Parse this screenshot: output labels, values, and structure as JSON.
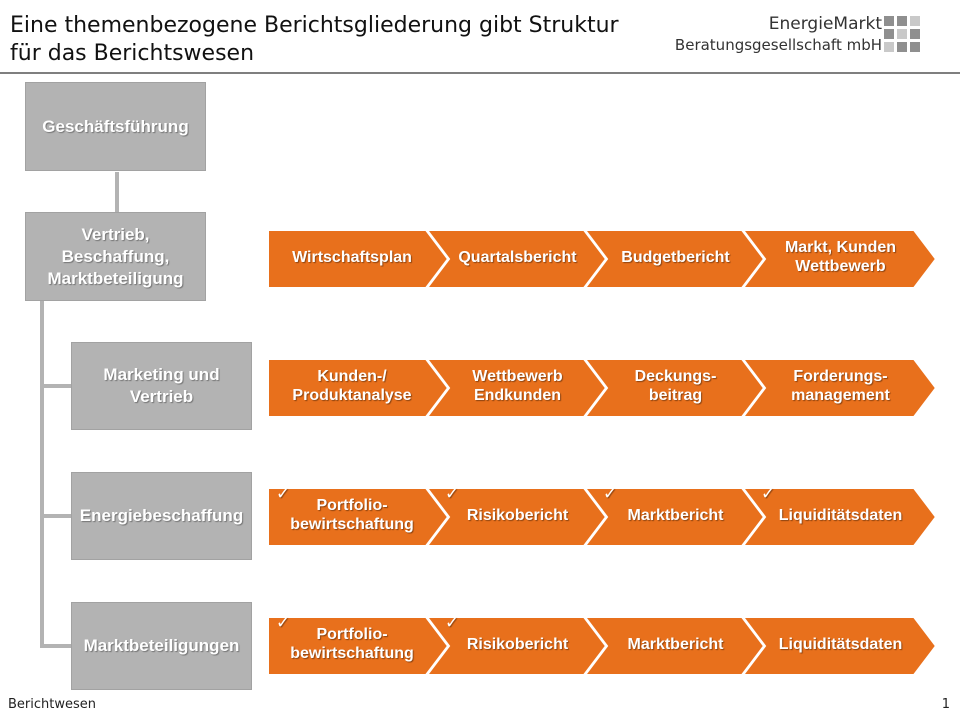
{
  "title": {
    "line1": "Eine themenbezogene Berichtsgliederung gibt Struktur",
    "line2": "für das Berichtswesen"
  },
  "logo": {
    "line1": "EnergieMarkt",
    "line2": "Beratungsgesellschaft mbH"
  },
  "colors": {
    "accent": "#e8701c",
    "grey_box": "#b3b3b3"
  },
  "hierarchy": {
    "top": "Geschäftsführung",
    "level2": "Vertrieb,\nBeschaffung,\nMarktbeteiligung",
    "children": [
      "Marketing und\nVertrieb",
      "Energiebeschaffung",
      "Marktbeteiligungen"
    ]
  },
  "rows": [
    {
      "items": [
        {
          "label": "Wirtschaftsplan",
          "checked": false
        },
        {
          "label": "Quartalsbericht",
          "checked": false
        },
        {
          "label": "Budgetbericht",
          "checked": false
        },
        {
          "label": "Markt, Kunden\nWettbewerb",
          "checked": false
        }
      ]
    },
    {
      "items": [
        {
          "label": "Kunden-/\nProduktanalyse",
          "checked": false
        },
        {
          "label": "Wettbewerb\nEndkunden",
          "checked": false
        },
        {
          "label": "Deckungs-\nbeitrag",
          "checked": false
        },
        {
          "label": "Forderungs-\nmanagement",
          "checked": false
        }
      ]
    },
    {
      "items": [
        {
          "label": "Portfolio-\nbewirtschaftung",
          "checked": true
        },
        {
          "label": "Risikobericht",
          "checked": true
        },
        {
          "label": "Marktbericht",
          "checked": true
        },
        {
          "label": "Liquiditätsdaten",
          "checked": true
        }
      ]
    },
    {
      "items": [
        {
          "label": "Portfolio-\nbewirtschaftung",
          "checked": true
        },
        {
          "label": "Risikobericht",
          "checked": true
        },
        {
          "label": "Marktbericht",
          "checked": false
        },
        {
          "label": "Liquiditätsdaten",
          "checked": false
        }
      ]
    }
  ],
  "footer": {
    "label": "Berichtwesen",
    "page": "1"
  }
}
